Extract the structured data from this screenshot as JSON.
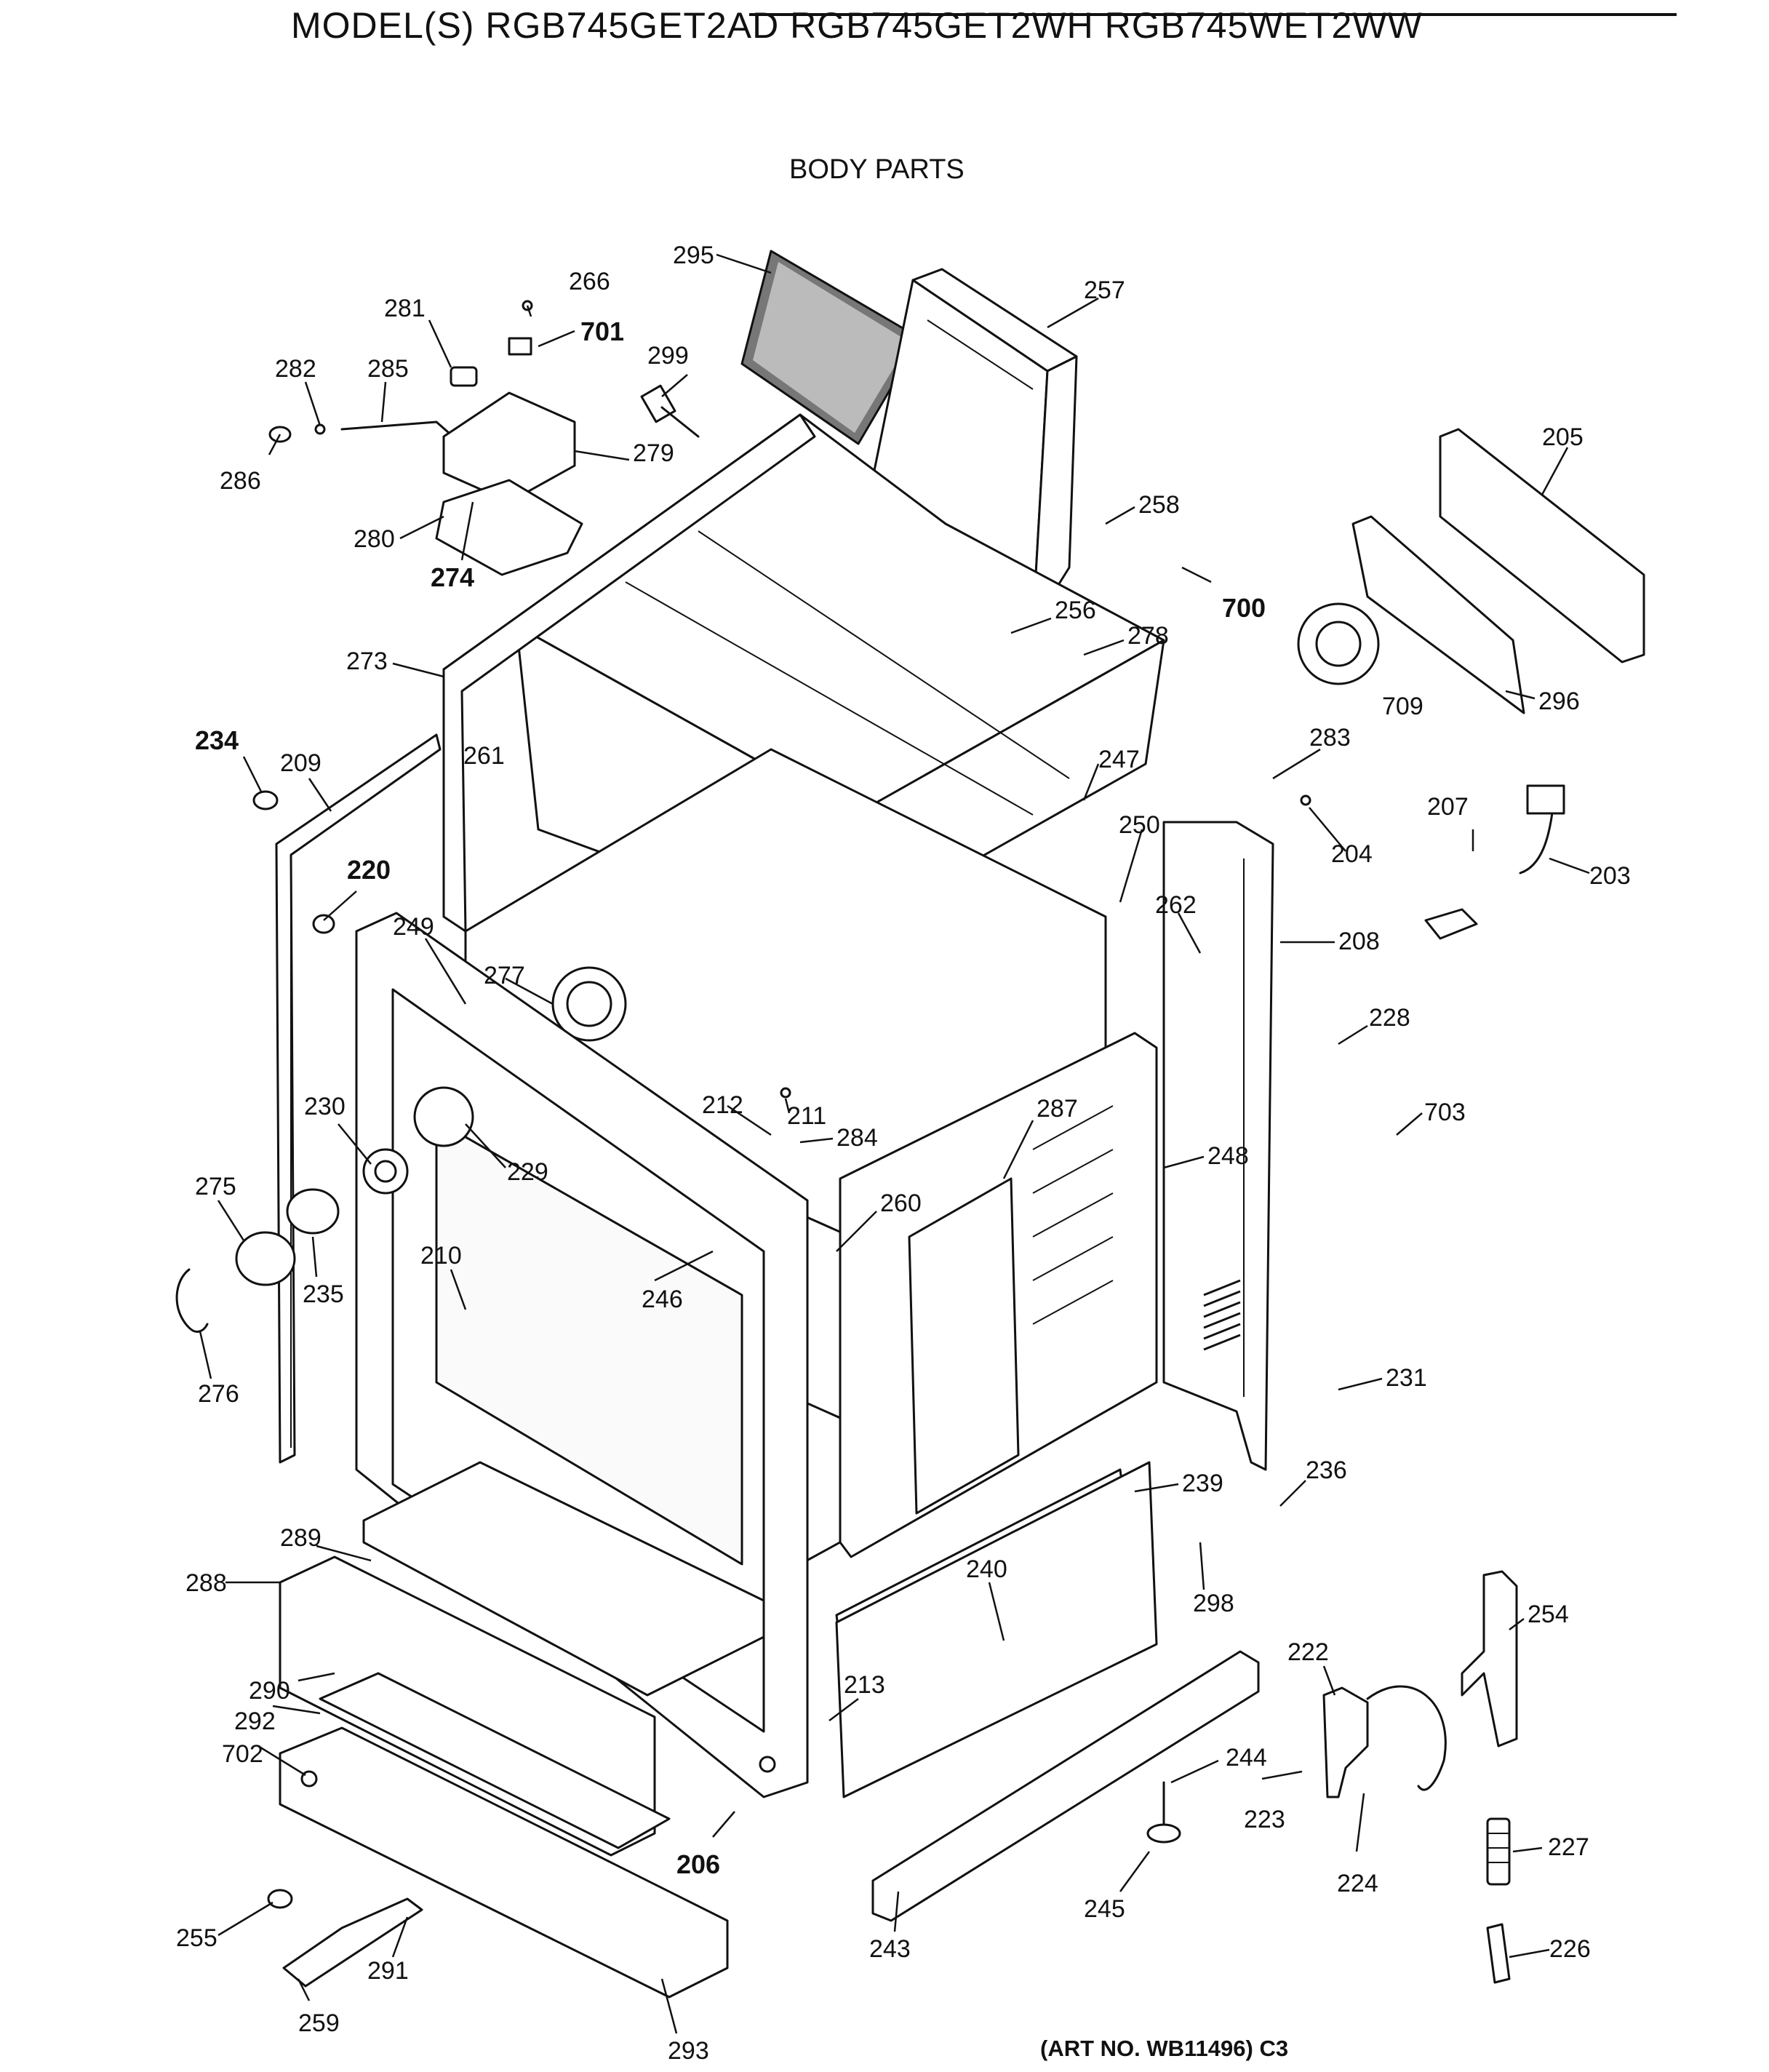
{
  "header": {
    "title": "MODEL(S) RGB745GET2AD  RGB745GET2WH  RGB745WET2WW",
    "subtitle": "BODY PARTS"
  },
  "footer": {
    "art_number": "(ART NO. WB11496) C3"
  },
  "callouts": [
    {
      "id": "295",
      "text": "295"
    },
    {
      "id": "266",
      "text": "266"
    },
    {
      "id": "281",
      "text": "281"
    },
    {
      "id": "701",
      "text": "701"
    },
    {
      "id": "257",
      "text": "257"
    },
    {
      "id": "299",
      "text": "299"
    },
    {
      "id": "282",
      "text": "282"
    },
    {
      "id": "285",
      "text": "285"
    },
    {
      "id": "279",
      "text": "279"
    },
    {
      "id": "286",
      "text": "286"
    },
    {
      "id": "280",
      "text": "280"
    },
    {
      "id": "274",
      "text": "274"
    },
    {
      "id": "205",
      "text": "205"
    },
    {
      "id": "258",
      "text": "258"
    },
    {
      "id": "700",
      "text": "700"
    },
    {
      "id": "256",
      "text": "256"
    },
    {
      "id": "278",
      "text": "278"
    },
    {
      "id": "273",
      "text": "273"
    },
    {
      "id": "709",
      "text": "709"
    },
    {
      "id": "296",
      "text": "296"
    },
    {
      "id": "234",
      "text": "234"
    },
    {
      "id": "209",
      "text": "209"
    },
    {
      "id": "261",
      "text": "261"
    },
    {
      "id": "247",
      "text": "247"
    },
    {
      "id": "283",
      "text": "283"
    },
    {
      "id": "220",
      "text": "220"
    },
    {
      "id": "250",
      "text": "250"
    },
    {
      "id": "204",
      "text": "204"
    },
    {
      "id": "207",
      "text": "207"
    },
    {
      "id": "203",
      "text": "203"
    },
    {
      "id": "249",
      "text": "249"
    },
    {
      "id": "277",
      "text": "277"
    },
    {
      "id": "262",
      "text": "262"
    },
    {
      "id": "208",
      "text": "208"
    },
    {
      "id": "228",
      "text": "228"
    },
    {
      "id": "212",
      "text": "212"
    },
    {
      "id": "211",
      "text": "211"
    },
    {
      "id": "287",
      "text": "287"
    },
    {
      "id": "230",
      "text": "230"
    },
    {
      "id": "284",
      "text": "284"
    },
    {
      "id": "703",
      "text": "703"
    },
    {
      "id": "229",
      "text": "229"
    },
    {
      "id": "248",
      "text": "248"
    },
    {
      "id": "275",
      "text": "275"
    },
    {
      "id": "260",
      "text": "260"
    },
    {
      "id": "210",
      "text": "210"
    },
    {
      "id": "235",
      "text": "235"
    },
    {
      "id": "246",
      "text": "246"
    },
    {
      "id": "231",
      "text": "231"
    },
    {
      "id": "276",
      "text": "276"
    },
    {
      "id": "239",
      "text": "239"
    },
    {
      "id": "236",
      "text": "236"
    },
    {
      "id": "289",
      "text": "289"
    },
    {
      "id": "240",
      "text": "240"
    },
    {
      "id": "298",
      "text": "298"
    },
    {
      "id": "288",
      "text": "288"
    },
    {
      "id": "254",
      "text": "254"
    },
    {
      "id": "222",
      "text": "222"
    },
    {
      "id": "290",
      "text": "290"
    },
    {
      "id": "213",
      "text": "213"
    },
    {
      "id": "292",
      "text": "292"
    },
    {
      "id": "244",
      "text": "244"
    },
    {
      "id": "702",
      "text": "702"
    },
    {
      "id": "223",
      "text": "223"
    },
    {
      "id": "206",
      "text": "206"
    },
    {
      "id": "224",
      "text": "224"
    },
    {
      "id": "227",
      "text": "227"
    },
    {
      "id": "245",
      "text": "245"
    },
    {
      "id": "255",
      "text": "255"
    },
    {
      "id": "291",
      "text": "291"
    },
    {
      "id": "243",
      "text": "243"
    },
    {
      "id": "226",
      "text": "226"
    },
    {
      "id": "259",
      "text": "259"
    },
    {
      "id": "293",
      "text": "293"
    }
  ]
}
